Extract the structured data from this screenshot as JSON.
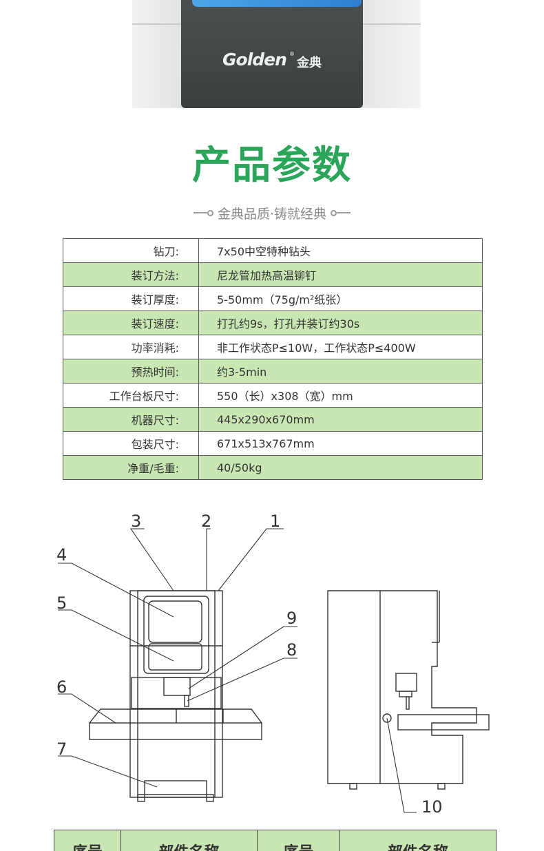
{
  "product_photo": {
    "logo_text": "Golden",
    "logo_reg": "®",
    "logo_cn": "金典"
  },
  "title": "产品参数",
  "subtitle": "金典品质·铸就经典",
  "specs": [
    {
      "key": "钻刀:",
      "value": "7x50中空特种钻头"
    },
    {
      "key": "装订方法:",
      "value": "尼龙管加热高温铆钉"
    },
    {
      "key": "装订厚度:",
      "value": "5-50mm（75g/m²纸张）"
    },
    {
      "key": "装订速度:",
      "value": "打孔约9s，打孔并装订约30s"
    },
    {
      "key": "功率消耗:",
      "value": "非工作状态P≤10W，工作状态P≤400W"
    },
    {
      "key": "预热时间:",
      "value": "约3-5min"
    },
    {
      "key": "工作台板尺寸:",
      "value": "550（长）x308（宽）mm"
    },
    {
      "key": "机器尺寸:",
      "value": "445x290x670mm"
    },
    {
      "key": "包装尺寸:",
      "value": "671x513x767mm"
    },
    {
      "key": "净重/毛重:",
      "value": "40/50kg"
    }
  ],
  "diagram_labels": [
    "1",
    "2",
    "3",
    "4",
    "5",
    "6",
    "7",
    "8",
    "9",
    "10"
  ],
  "parts_header": [
    "序号",
    "部件名称",
    "序号",
    "部件名称"
  ],
  "colors": {
    "title": "#2aa55a",
    "row_alt": "#c9e7b3"
  }
}
